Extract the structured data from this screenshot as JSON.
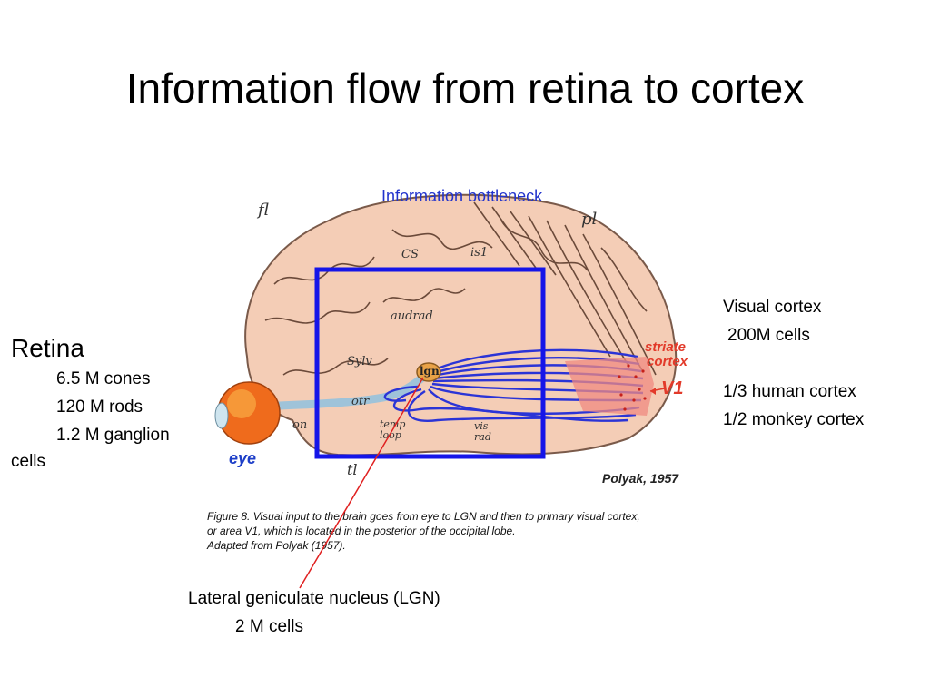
{
  "slide": {
    "title": "Information flow from retina to cortex"
  },
  "figure": {
    "bottleneck_label": "Information bottleneck",
    "striate_label": "striate",
    "cortex_label": "cortex",
    "v1_label": "V1",
    "eye_label": "eye",
    "lgn_label": "lgn",
    "hand_labels": {
      "fl": "fl",
      "pl": "pl",
      "cs": "CS",
      "is": "is1",
      "audrad": "audrad",
      "sylv": "Sylv",
      "otr": "otr",
      "on": "on",
      "temp": "temp",
      "loop": "loop",
      "vis": "vis",
      "rad": "rad",
      "tl": "tl"
    },
    "credit": "Polyak, 1957",
    "caption_line1": "Figure 8. Visual input to the brain goes from eye to LGN and then to primary visual cortex,",
    "caption_line2": "or area V1, which is located in the posterior of the occipital lobe.",
    "caption_line3": "Adapted from Polyak (1957).",
    "colors": {
      "brain": "#f4cdb6",
      "brain_outline": "#7a5a4a",
      "fibers": "#2b34d6",
      "box": "#1515e8",
      "cortex_red": "#e8403a",
      "eye_orange": "#ef6b1c",
      "pointer": "#e02020"
    }
  },
  "retina": {
    "heading": "Retina",
    "line1": "6.5 M cones",
    "line2": "120 M rods",
    "line3": "1.2 M ganglion",
    "line4": "cells"
  },
  "visual_cortex": {
    "line1": "Visual cortex",
    "line2": "200M cells",
    "line3": "1/3 human cortex",
    "line4": "1/2 monkey cortex"
  },
  "lgn": {
    "line1": "Lateral geniculate nucleus (LGN)",
    "line2": "2 M cells"
  }
}
